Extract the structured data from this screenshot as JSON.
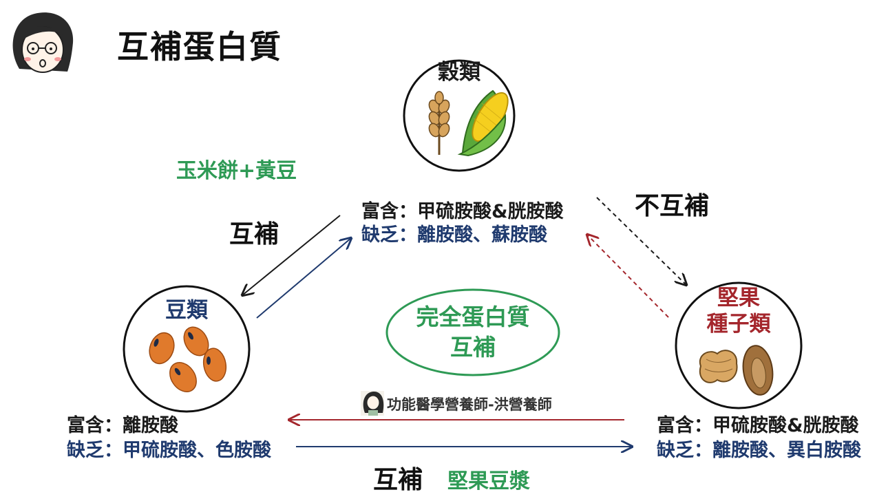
{
  "title": "互補蛋白質",
  "grains": {
    "label": "穀類",
    "rich": "富含：甲硫胺酸&胱胺酸",
    "lack": "缺乏：離胺酸、蘇胺酸"
  },
  "beans": {
    "label": "豆類",
    "rich": "富含：離胺酸",
    "lack": "缺乏：甲硫胺酸、色胺酸"
  },
  "nuts": {
    "label_line1": "堅果",
    "label_line2": "種子類",
    "rich": "富含：甲硫胺酸&胱胺酸",
    "lack": "缺乏：離胺酸、異白胺酸"
  },
  "left_relation": {
    "label": "互補",
    "example": "玉米餅+黃豆"
  },
  "right_relation": {
    "label": "不互補"
  },
  "bottom_relation": {
    "label": "互補",
    "example": "堅果豆漿"
  },
  "center": {
    "line1": "完全蛋白質",
    "line2": "互補"
  },
  "watermark": "功能醫學營養師-洪營養師",
  "colors": {
    "black": "#1a1a1a",
    "navy": "#1f3a6e",
    "green": "#2e9a55",
    "darkred": "#a4262c"
  },
  "icons": [
    "avatar-icon",
    "wheat-icon",
    "corn-icon",
    "bean-icon",
    "peanut-icon",
    "almond-icon"
  ]
}
